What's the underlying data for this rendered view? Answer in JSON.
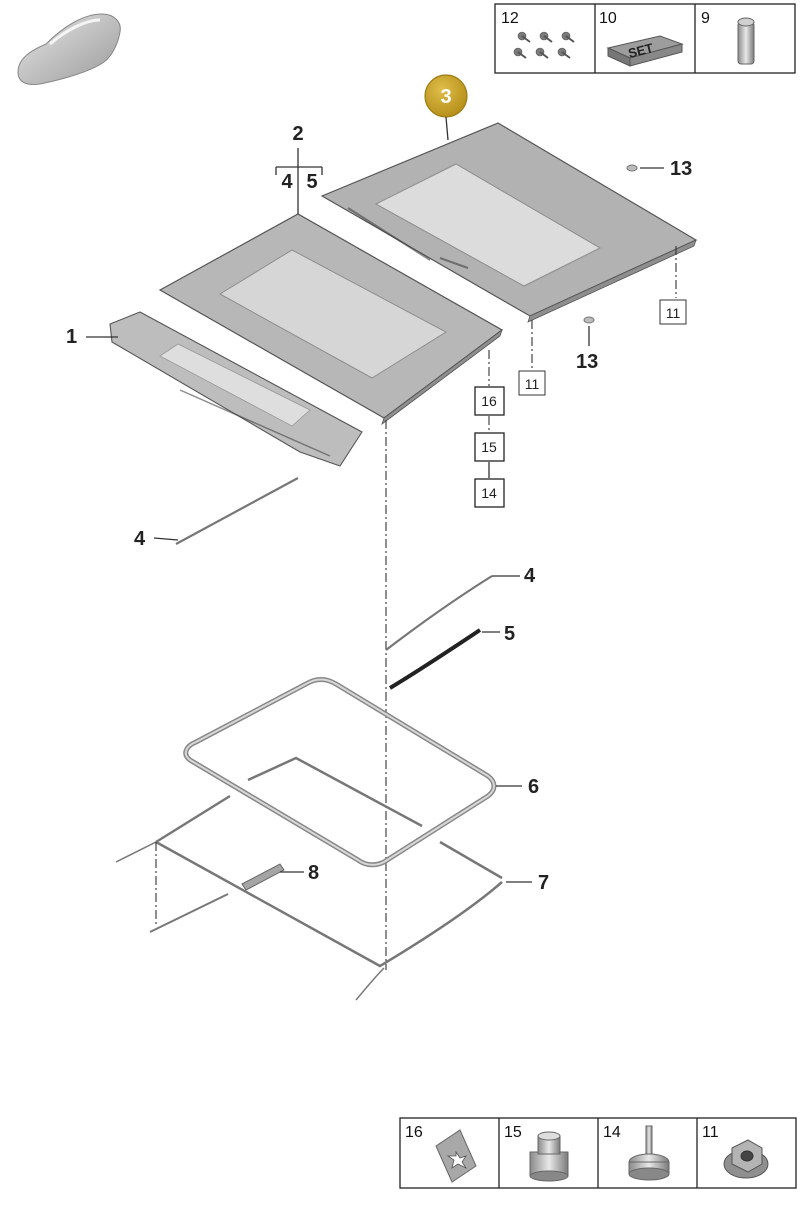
{
  "badge": {
    "label": "3",
    "color": "#c9a227"
  },
  "kit_top": [
    {
      "number": "12",
      "icon": "screws-set-icon"
    },
    {
      "number": "10",
      "text": "SET",
      "icon": "set-box-icon"
    },
    {
      "number": "9",
      "icon": "cylinder-plug-icon"
    }
  ],
  "kit_bottom": [
    {
      "number": "16",
      "icon": "star-washer-icon"
    },
    {
      "number": "15",
      "icon": "knurled-nut-icon"
    },
    {
      "number": "14",
      "icon": "stud-knob-icon"
    },
    {
      "number": "11",
      "icon": "flange-nut-icon"
    }
  ],
  "callouts": {
    "c1": "1",
    "c2": "2",
    "c2a": "4",
    "c2b": "5",
    "c4_left": "4",
    "c4_right": "4",
    "c5": "5",
    "c6": "6",
    "c7": "7",
    "c8": "8",
    "c13_top": "13",
    "c13_bottom": "13",
    "box11_right": "11",
    "box11_mid": "11",
    "box16": "16",
    "box15": "15",
    "box14": "14"
  },
  "colors": {
    "panel": "#b9b9b9",
    "glass": "#dddddd",
    "line": "#333333"
  }
}
